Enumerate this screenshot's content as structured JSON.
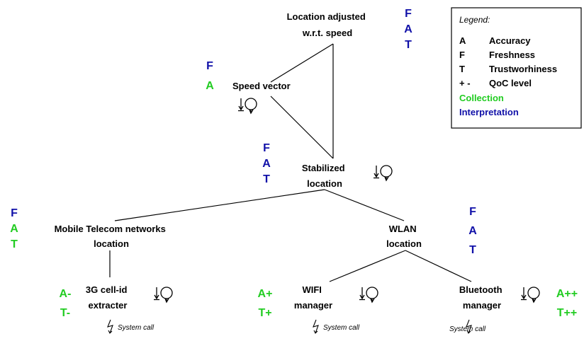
{
  "nodes": {
    "location_adjusted": [
      "Location adjusted",
      "w.r.t. speed"
    ],
    "speed_vector": "Speed vector",
    "stabilized_location": [
      "Stabilized",
      "location"
    ],
    "mobile_telecom": [
      "Mobile Telecom networks",
      "location"
    ],
    "wlan": [
      "WLAN",
      "location"
    ],
    "cell_id": [
      "3G cell-id",
      "extracter"
    ],
    "wifi": [
      "WIFI",
      "manager"
    ],
    "bluetooth": [
      "Bluetooth",
      "manager"
    ]
  },
  "qoc": {
    "location_adjusted": [
      {
        "t": "F",
        "c": "blue"
      },
      {
        "t": "A",
        "c": "blue"
      },
      {
        "t": "T",
        "c": "blue"
      }
    ],
    "speed_vector": [
      {
        "t": "F",
        "c": "blue"
      },
      {
        "t": "A",
        "c": "green"
      }
    ],
    "stabilized_location": [
      {
        "t": "F",
        "c": "blue"
      },
      {
        "t": "A",
        "c": "blue"
      },
      {
        "t": "T",
        "c": "blue"
      }
    ],
    "mobile_telecom": [
      {
        "t": "F",
        "c": "blue"
      },
      {
        "t": "A",
        "c": "green"
      },
      {
        "t": "T",
        "c": "green"
      }
    ],
    "wlan": [
      {
        "t": "F",
        "c": "blue"
      },
      {
        "t": "A",
        "c": "blue"
      },
      {
        "t": "T",
        "c": "blue"
      }
    ],
    "cell_id": [
      {
        "t": "A-",
        "c": "green"
      },
      {
        "t": "T-",
        "c": "green"
      }
    ],
    "wifi": [
      {
        "t": "A+",
        "c": "green"
      },
      {
        "t": "T+",
        "c": "green"
      }
    ],
    "bluetooth": [
      {
        "t": "A++",
        "c": "green"
      },
      {
        "t": "T++",
        "c": "green"
      }
    ]
  },
  "system_call": "System call",
  "legend": {
    "title": "Legend:",
    "items": [
      {
        "symbol": "A",
        "label": "Accuracy"
      },
      {
        "symbol": "F",
        "label": "Freshness"
      },
      {
        "symbol": "T",
        "label": "Trustworhiness"
      },
      {
        "symbol": "+ -",
        "label": "QoC level"
      }
    ],
    "collection": "Collection",
    "interpretation": "Interpretation"
  },
  "colors": {
    "interpretation": "#1010a8",
    "collection": "#22cc22"
  }
}
